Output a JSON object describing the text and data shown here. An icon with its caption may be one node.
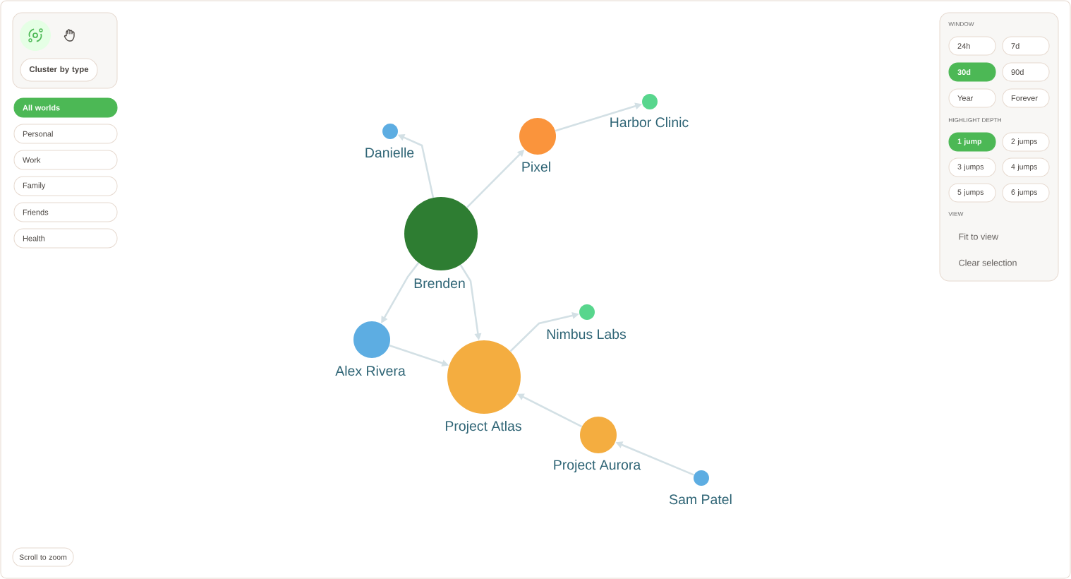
{
  "diagram": {
    "nodes": [
      {
        "text": [],
        "shape": "box"
      },
      {
        "text": [
          "Cluster by type"
        ],
        "in": 0
      },
      {
        "text": [
          "All worlds"
        ]
      },
      {
        "text": [
          "Personal"
        ]
      },
      {
        "text": [
          "Work"
        ]
      },
      {
        "text": [
          "Family"
        ]
      },
      {
        "text": [
          "Friends"
        ]
      },
      {
        "text": [
          "Health"
        ]
      },
      {
        "text": [
          "Danielle"
        ]
      },
      {
        "text": [
          "Harbor Clinic"
        ]
      },
      {
        "text": [
          "Pixel"
        ]
      },
      {
        "text": [
          "Brenden"
        ]
      },
      {
        "text": [
          "Nimbus Labs"
        ]
      },
      {
        "text": [
          "Alex Rivera"
        ]
      },
      {
        "text": [
          "Project Atlas"
        ]
      },
      {
        "text": [
          "Project Aurora"
        ]
      },
      {
        "text": [
          "Sam Patel"
        ]
      },
      {
        "text": [
          "WINDOW",
          "HIGHLIGHT DEPTH",
          "VIEW"
        ]
      },
      {
        "text": [
          "24h"
        ],
        "in": 17
      },
      {
        "text": [
          "7d"
        ],
        "in": 17
      },
      {
        "text": [
          "30d"
        ],
        "in": 17
      },
      {
        "text": [
          "90d"
        ],
        "in": 17
      },
      {
        "text": [
          "Year"
        ],
        "in": 17
      },
      {
        "text": [
          "Forever"
        ],
        "in": 17
      },
      {
        "text": [
          "1 jump"
        ],
        "in": 17
      },
      {
        "text": [
          "2 jumps"
        ],
        "in": 17
      },
      {
        "text": [
          "3 jumps"
        ],
        "in": 17
      },
      {
        "text": [
          "4 jumps"
        ],
        "in": 17
      },
      {
        "text": [
          "5 jumps"
        ],
        "in": 17
      },
      {
        "text": [
          "6 jumps"
        ],
        "in": 17
      },
      {
        "text": [
          "Fit to view"
        ],
        "in": 17
      },
      {
        "text": [
          "Clear selection"
        ],
        "in": 17
      },
      {
        "text": [
          "Scroll to zoom"
        ]
      }
    ],
    "edges": [
      {
        "from": 11,
        "to": 8,
        "arrow": "to"
      },
      {
        "from": 11,
        "to": 10,
        "arrow": "to"
      },
      {
        "from": 10,
        "to": 9,
        "arrow": "to"
      },
      {
        "from": 11,
        "to": 13,
        "arrow": "to"
      },
      {
        "from": 11,
        "to": 14,
        "arrow": "to"
      },
      {
        "from": 13,
        "to": 14,
        "arrow": "to"
      },
      {
        "from": 14,
        "to": 12,
        "arrow": "to"
      },
      {
        "from": 15,
        "to": 14,
        "arrow": "to"
      },
      {
        "from": 16,
        "to": 15,
        "arrow": "to"
      }
    ]
  }
}
